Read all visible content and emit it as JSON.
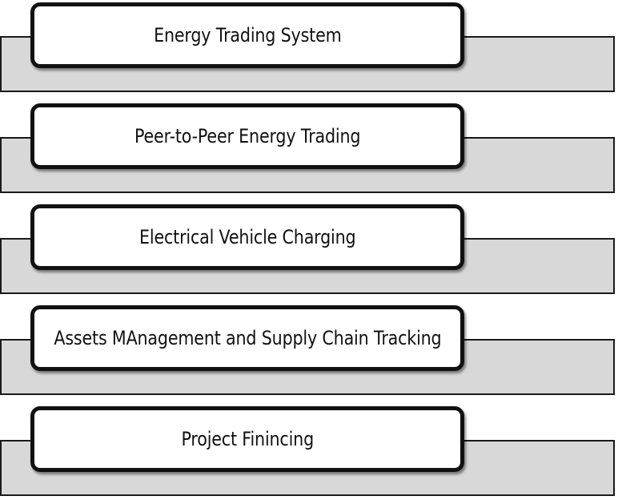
{
  "diagram": {
    "items": [
      {
        "label": "Energy Trading System"
      },
      {
        "label": "Peer-to-Peer Energy Trading"
      },
      {
        "label": "Electrical Vehicle Charging"
      },
      {
        "label": "Assets MAnagement and Supply Chain Tracking"
      },
      {
        "label": "Project Finincing"
      }
    ]
  },
  "colors": {
    "band_fill": "#d8d8d8",
    "card_fill": "#ffffff",
    "outline": "#111111"
  }
}
